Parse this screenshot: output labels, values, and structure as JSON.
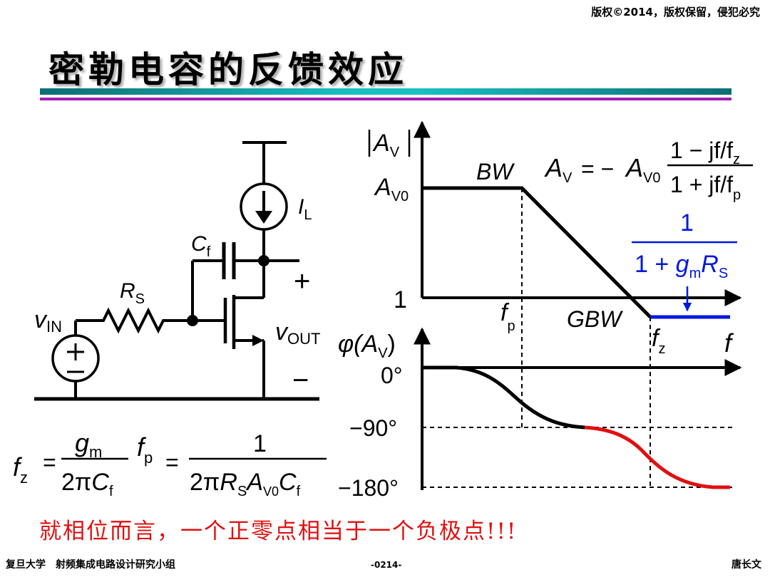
{
  "header": {
    "copyright": "版权©2014，版权保留，侵犯必究"
  },
  "title": "密勒电容的反馈效应",
  "circuit": {
    "cf_main": "C",
    "cf_sub": "f",
    "rs_main": "R",
    "rs_sub": "S",
    "il_main": "I",
    "il_sub": "L",
    "vin_main": "v",
    "vin_sub": "IN",
    "vout_main": "v",
    "vout_sub": "OUT",
    "plus": "+",
    "minus": "−"
  },
  "formulas": {
    "fz_lhs_main": "f",
    "fz_lhs_sub": "z",
    "eq": "=",
    "fz_num_main": "g",
    "fz_num_sub": "m",
    "fz_den_a": "2π",
    "fz_den_b": "C",
    "fz_den_sub": "f",
    "fp_lhs_main": "f",
    "fp_lhs_sub": "p",
    "fp_num": "1",
    "fp_den_a": "2π",
    "fp_den_r": "R",
    "fp_den_rsub": "S",
    "fp_den_av": "A",
    "fp_den_avsub": "V0",
    "fp_den_c": "C",
    "fp_den_csub": "f",
    "av_lhs_main": "A",
    "av_lhs_sub": "V",
    "av_eq": "= −",
    "av_a": "A",
    "av_asub": "V0",
    "av_num": "1 − jf/f",
    "av_num_sub": "z",
    "av_den": "1 + jf/f",
    "av_den_sub": "p",
    "fb_num": "1",
    "fb_den_a": "1 + ",
    "fb_den_g": "g",
    "fb_den_gsub": "m",
    "fb_den_r": "R",
    "fb_den_rsub": "S"
  },
  "mag_plot": {
    "ylabel_main": "A",
    "ylabel_sub": "V",
    "av0_main": "A",
    "av0_sub": "V0",
    "one": "1",
    "bw": "BW",
    "gbw": "GBW",
    "fp_main": "f",
    "fp_sub": "p",
    "fz_main": "f",
    "fz_sub": "z",
    "f_axis": "f"
  },
  "phase_plot": {
    "ylabel_a": "φ(",
    "ylabel_main": "A",
    "ylabel_sub": "V",
    "ylabel_b": ")",
    "tick0": "0°",
    "tick90": "−90°",
    "tick180": "−180°"
  },
  "note": "就相位而言，一个正零点相当于一个负极点!!!",
  "footer": {
    "left": "复旦大学　射频集成电路设计研究小组",
    "page": "-0214-",
    "right": "唐长文"
  },
  "colors": {
    "accent_red": "#e01010",
    "accent_blue": "#0018e0"
  }
}
